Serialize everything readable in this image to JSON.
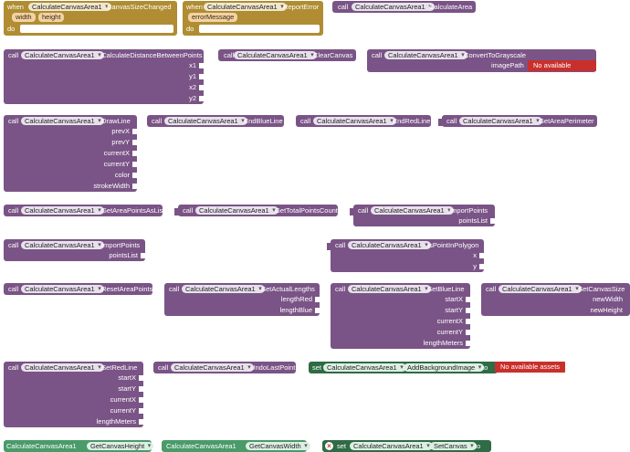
{
  "component": "CalculateCanvasArea1",
  "kw": {
    "when": "when",
    "call": "call",
    "do": "do",
    "set": "set",
    "to": "to"
  },
  "events": {
    "canvas_size_changed": {
      "method": ".CanvasSizeChanged",
      "params": [
        "width",
        "height"
      ]
    },
    "report_error": {
      "method": ".ReportError",
      "params": [
        "errorMessage"
      ]
    }
  },
  "methods": {
    "calculate_area": ".CalculateArea",
    "calc_distance": ".CalculateDistanceBetweenPoints",
    "clear_canvas": ".ClearCanvas",
    "convert_grayscale": ".ConvertToGrayscale",
    "draw_line": ".DrawLine",
    "end_blue_line": ".EndBlueLine",
    "end_red_line": ".EndRedLine",
    "get_area_perimeter": ".GetAreaPerimeter",
    "get_area_points_as_list": ".GetAreaPointsAsList",
    "get_total_points_count": ".GetTotalPointsCount",
    "import_points": ".ImportPoints",
    "is_point_in_polygon": ".IsPointInPolygon",
    "reset_area_points": ".ResetAreaPoints",
    "set_actual_lengths": ".SetActualLengths",
    "set_blue_line": ".SetBlueLine",
    "set_canvas_size": ".SetCanvasSize",
    "set_red_line": ".SetRedLine",
    "undo_last_point": ".UndoLastPoint"
  },
  "args": {
    "x1": "x1",
    "y1": "y1",
    "x2": "x2",
    "y2": "y2",
    "imagePath": "imagePath",
    "prevX": "prevX",
    "prevY": "prevY",
    "currentX": "currentX",
    "currentY": "currentY",
    "color": "color",
    "strokeWidth": "strokeWidth",
    "pointsList": "pointsList",
    "x": "x",
    "y": "y",
    "lengthRed": "lengthRed",
    "lengthBlue": "lengthBlue",
    "startX": "startX",
    "startY": "startY",
    "lengthMeters": "lengthMeters",
    "newWidth": "newWidth",
    "newHeight": "newHeight"
  },
  "properties": {
    "add_background_image": "AddBackgroundImage",
    "get_canvas_height": "GetCanvasHeight",
    "get_canvas_width": "GetCanvasWidth",
    "set_canvas": "SetCanvas"
  },
  "assets_placeholder": "No available assets",
  "warning_glyph": "×",
  "colors": {
    "procedure": "#7a5486",
    "event": "#b08d32",
    "getter": "#4a9a6a",
    "setter": "#2f6b45",
    "error": "#c9302c"
  }
}
